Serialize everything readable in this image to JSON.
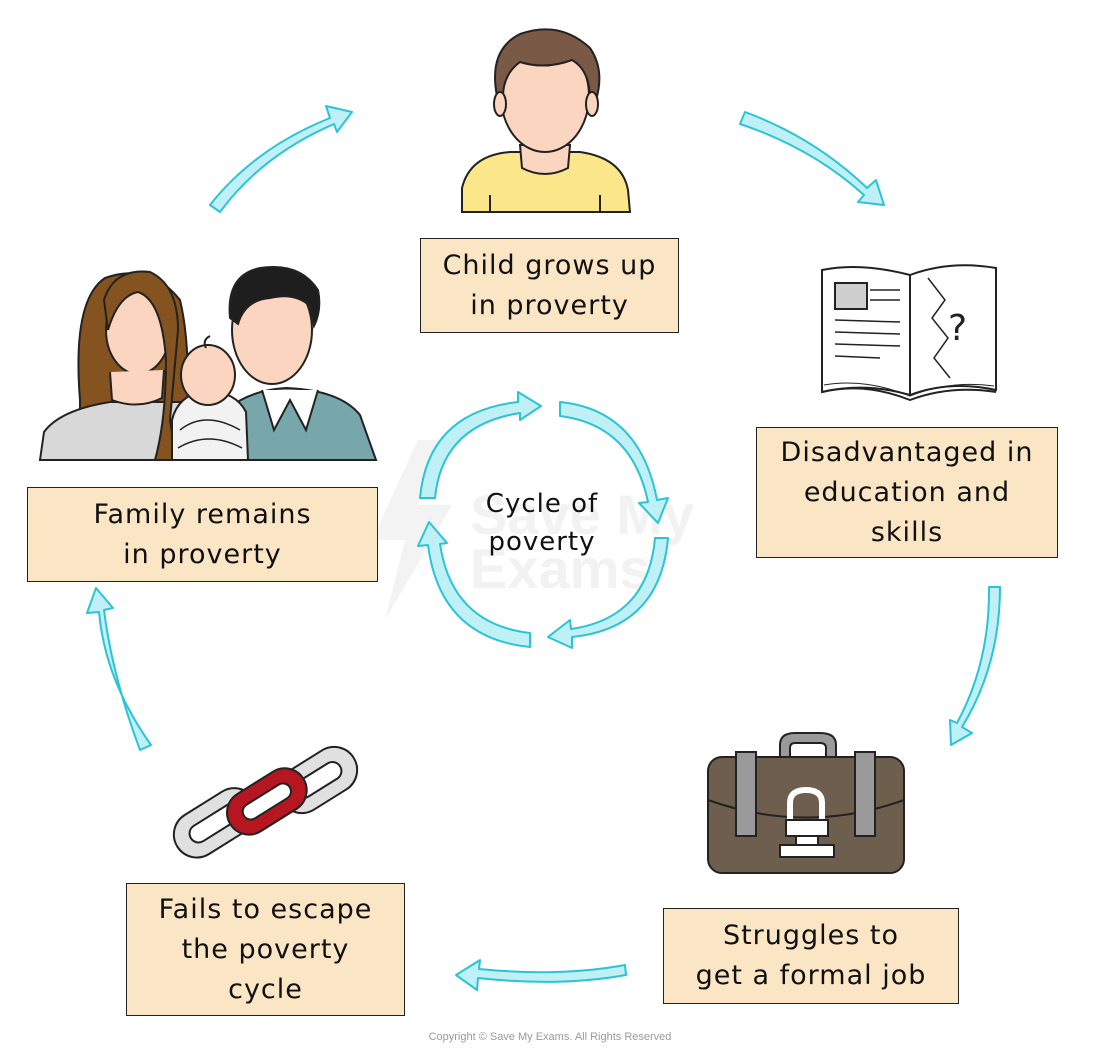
{
  "diagram": {
    "center_label": [
      "Cycle of",
      "poverty"
    ],
    "steps": {
      "child": [
        "Child grows up",
        "in proverty"
      ],
      "disadvantaged": [
        "Disadvantaged in",
        "education and",
        "skills"
      ],
      "struggles": [
        "Struggles to",
        "get a formal job"
      ],
      "fails": [
        "Fails to escape",
        "the poverty",
        "cycle"
      ],
      "family": [
        "Family remains",
        "in proverty"
      ]
    }
  },
  "watermark": [
    "Save My",
    "Exams"
  ],
  "copyright": "Copyright © Save My Exams. All Rights Reserved",
  "colors": {
    "arrow_fill": "#bff0f5",
    "arrow_stroke": "#2bc4d6",
    "box_fill": "#fae6c4",
    "chain_red": "#b5161f",
    "briefcase": "#6e5e4e"
  },
  "icons": [
    "child-icon",
    "open-book-icon",
    "briefcase-icon",
    "broken-chain-icon",
    "family-icon"
  ]
}
